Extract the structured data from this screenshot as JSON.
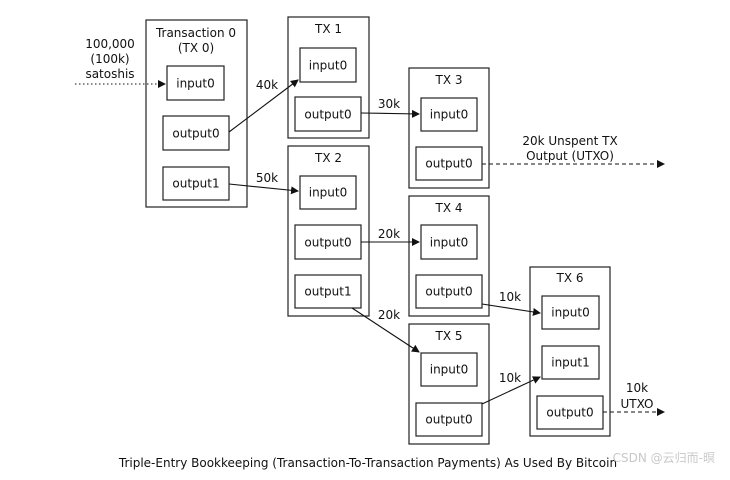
{
  "transactions": [
    {
      "id": "tx0",
      "title": [
        "Transaction 0",
        "(TX 0)"
      ],
      "ports": [
        "input0",
        "output0",
        "output1"
      ]
    },
    {
      "id": "tx1",
      "title": [
        "TX 1"
      ],
      "ports": [
        "input0",
        "output0"
      ]
    },
    {
      "id": "tx2",
      "title": [
        "TX 2"
      ],
      "ports": [
        "input0",
        "output0",
        "output1"
      ]
    },
    {
      "id": "tx3",
      "title": [
        "TX 3"
      ],
      "ports": [
        "input0",
        "output0"
      ]
    },
    {
      "id": "tx4",
      "title": [
        "TX 4"
      ],
      "ports": [
        "input0",
        "output0"
      ]
    },
    {
      "id": "tx5",
      "title": [
        "TX 5"
      ],
      "ports": [
        "input0",
        "output0"
      ]
    },
    {
      "id": "tx6",
      "title": [
        "TX 6"
      ],
      "ports": [
        "input0",
        "input1",
        "output0"
      ]
    }
  ],
  "edges": [
    {
      "from": "tx0.output0",
      "to": "tx1.input0",
      "label": "40k"
    },
    {
      "from": "tx0.output1",
      "to": "tx2.input0",
      "label": "50k"
    },
    {
      "from": "tx1.output0",
      "to": "tx3.input0",
      "label": "30k"
    },
    {
      "from": "tx2.output0",
      "to": "tx4.input0",
      "label": "20k"
    },
    {
      "from": "tx2.output1",
      "to": "tx5.input0",
      "label": "20k"
    },
    {
      "from": "tx4.output0",
      "to": "tx6.input0",
      "label": "10k"
    },
    {
      "from": "tx5.output0",
      "to": "tx6.input1",
      "label": "10k"
    }
  ],
  "external": {
    "source_label": [
      "100,000",
      "(100k)",
      "satoshis"
    ],
    "utxo_tx3_label": [
      "20k Unspent TX",
      "Output (UTXO)"
    ],
    "utxo_tx6_label": [
      "10k",
      "UTXO"
    ]
  },
  "caption": "Triple-Entry Bookkeeping (Transaction-To-Transaction Payments) As Used By Bitcoin",
  "watermark": "CSDN @云归而-暝"
}
